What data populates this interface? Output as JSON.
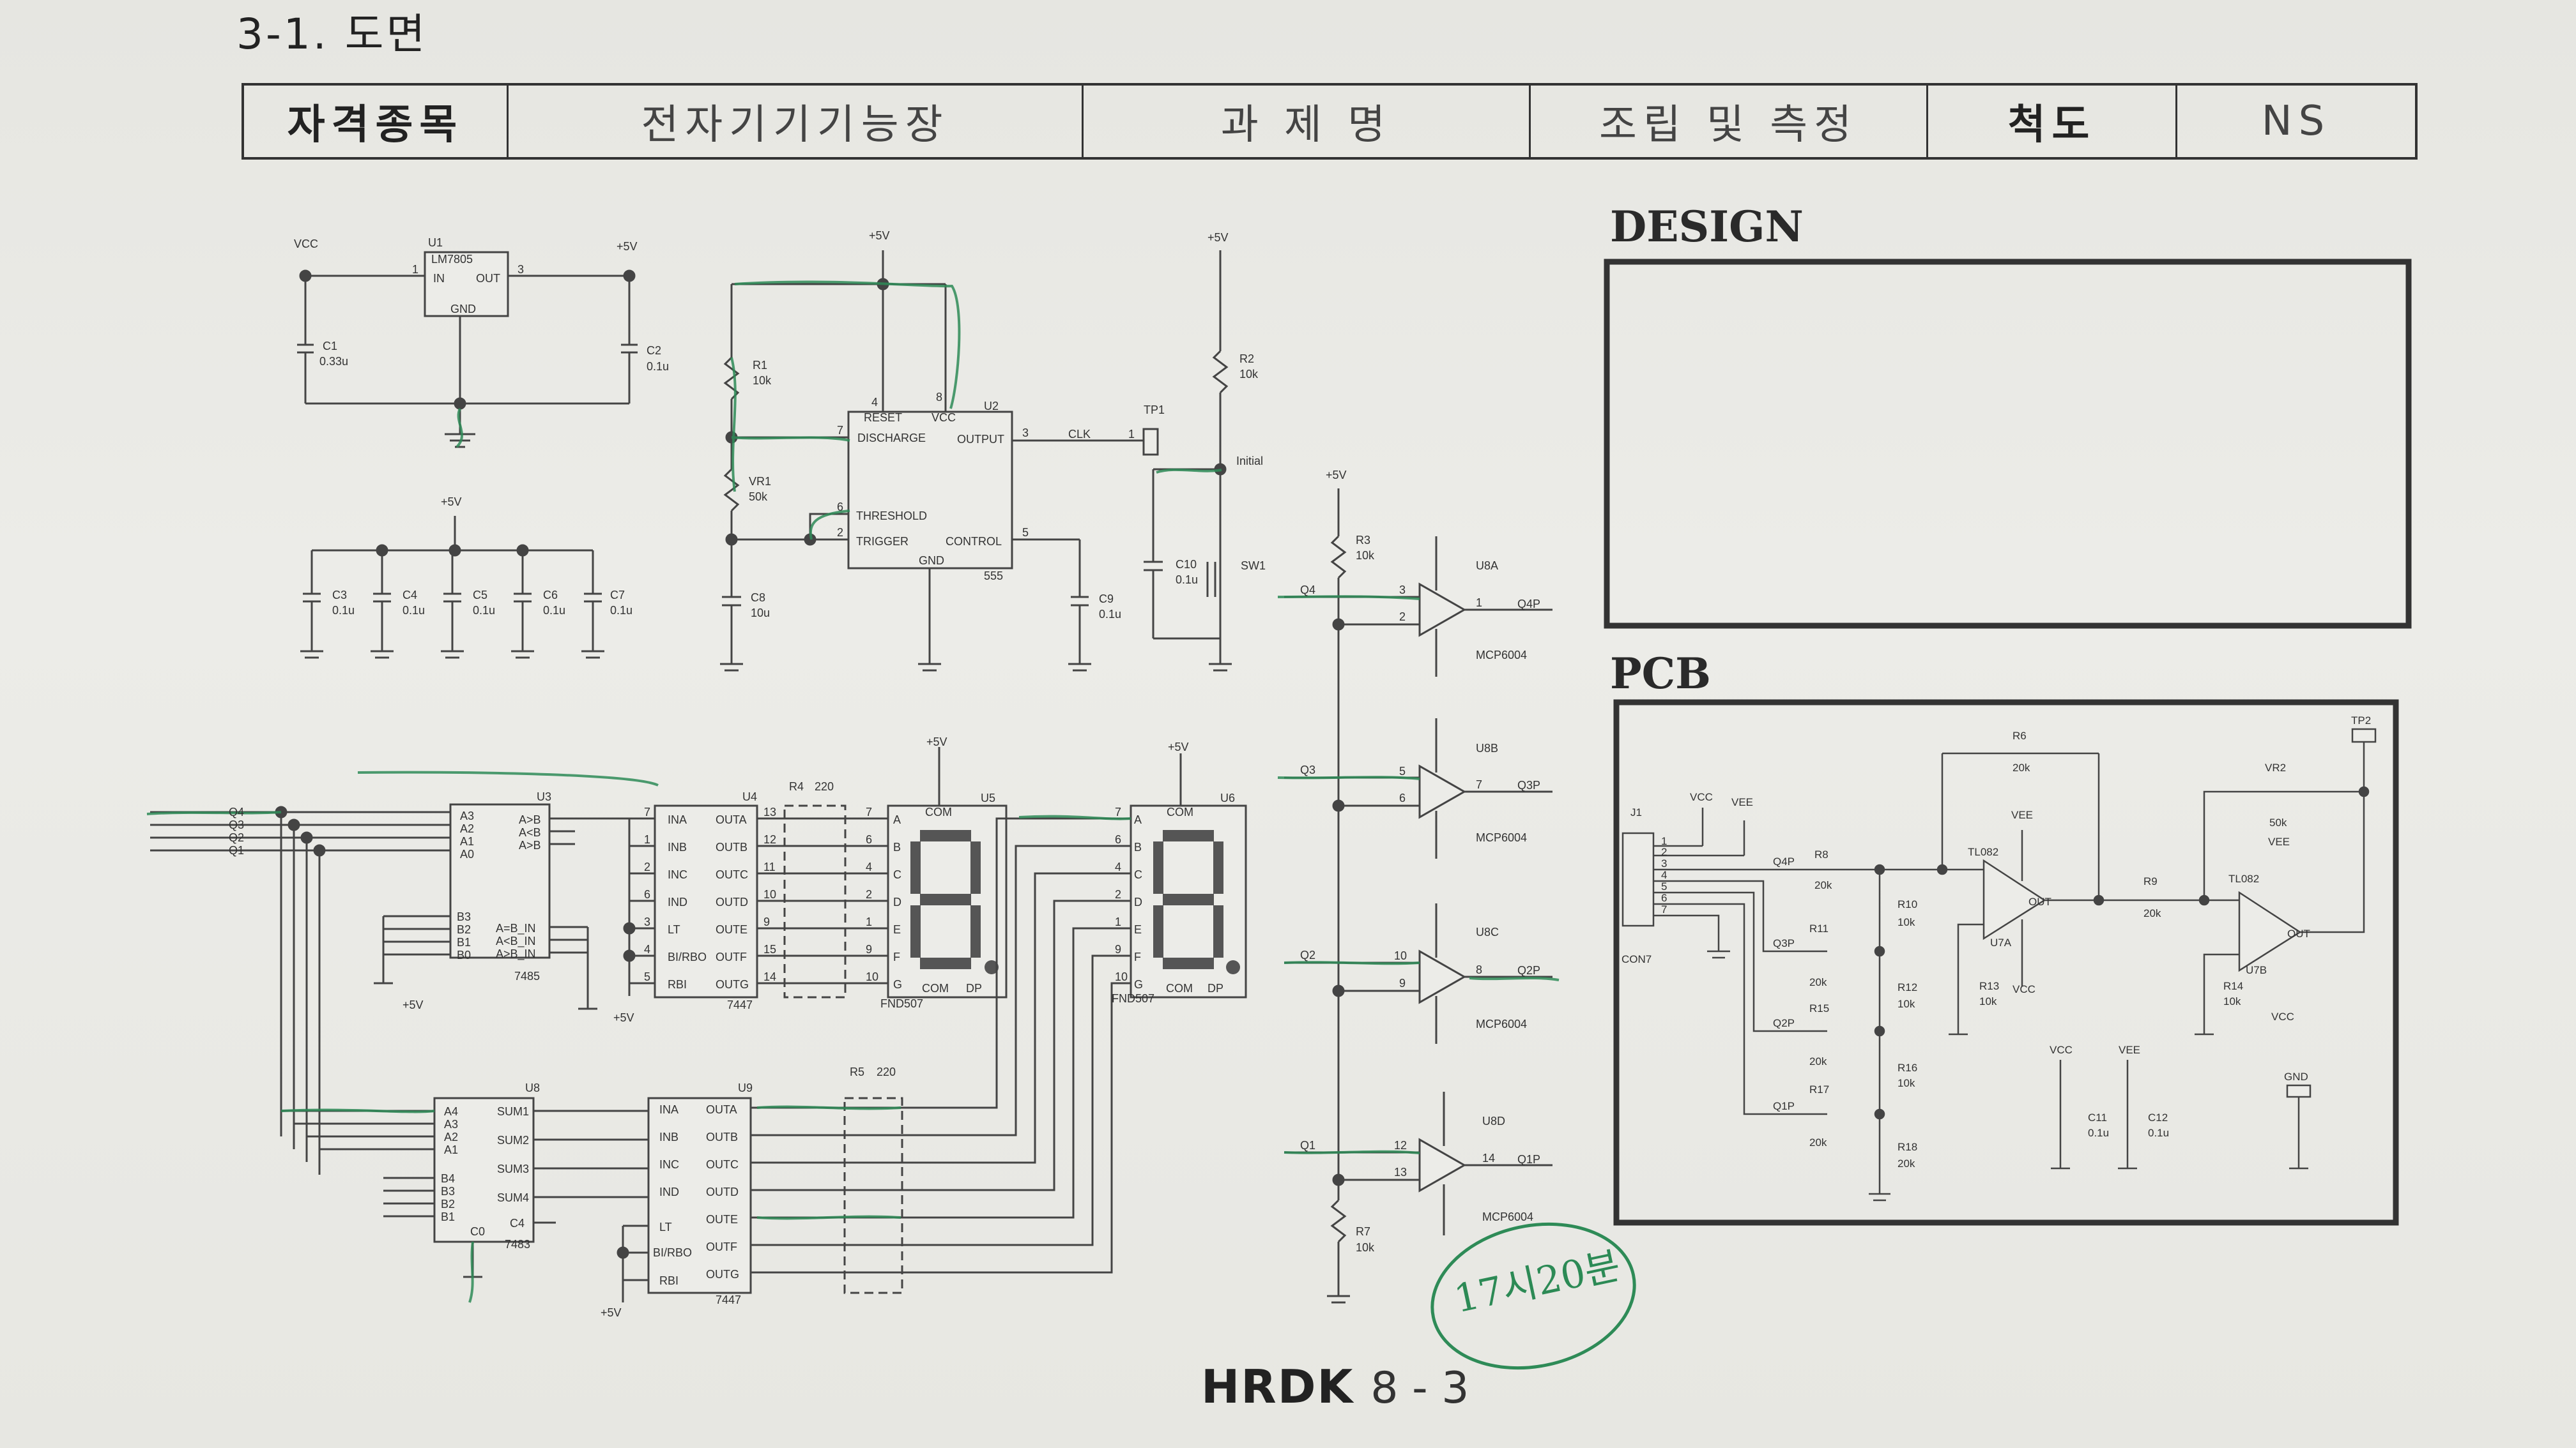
{
  "page": {
    "section_title": "3-1. 도면",
    "footer_logo": "HRDK",
    "footer_page": "8 - 3",
    "signature": "17시20분"
  },
  "title_block": {
    "cells": [
      "자격종목",
      "전자기기기능장",
      "과 제 명",
      "조립 및 측정",
      "척도",
      "NS"
    ]
  },
  "panels": {
    "design": "DESIGN",
    "pcb": "PCB"
  },
  "power": {
    "vcc": "VCC",
    "p5v": "+5V",
    "u1": "U1",
    "reg": "LM7805",
    "in": "IN",
    "out": "OUT",
    "gnd": "GND",
    "p1": "1",
    "p3": "3",
    "c1": "C1",
    "c1v": "0.33u",
    "c2": "C2",
    "c2v": "0.1u"
  },
  "decoupling": {
    "p5v": "+5V",
    "caps": [
      {
        "name": "C3",
        "value": "0.1u"
      },
      {
        "name": "C4",
        "value": "0.1u"
      },
      {
        "name": "C5",
        "value": "0.1u"
      },
      {
        "name": "C6",
        "value": "0.1u"
      },
      {
        "name": "C7",
        "value": "0.1u"
      }
    ]
  },
  "timer": {
    "p5v": "+5V",
    "r1": "R1",
    "r1v": "10k",
    "vr1": "VR1",
    "vr1v": "50k",
    "c8": "C8",
    "c8v": "10u",
    "u2": "U2",
    "chip": "555",
    "reset": "RESET",
    "vcc": "VCC",
    "discharge": "DISCHARGE",
    "output": "OUTPUT",
    "threshold": "THRESHOLD",
    "trigger": "TRIGGER",
    "control": "CONTROL",
    "gnd": "GND",
    "c9": "C9",
    "c9v": "0.1u",
    "clk": "CLK",
    "tp1": "TP1",
    "pin4": "4",
    "pin8": "8",
    "pin7": "7",
    "pin6": "6",
    "pin2": "2",
    "pin3": "3",
    "pin5": "5",
    "pin1": "1"
  },
  "reset_circuit": {
    "p5v": "+5V",
    "r2": "R2",
    "r2v": "10k",
    "initial": "Initial",
    "c10": "C10",
    "c10v": "0.1u",
    "sw1": "SW1"
  },
  "comparators": {
    "p5v": "+5V",
    "r3": "R3",
    "r3v": "10k",
    "r7": "R7",
    "r7v": "10k",
    "part": "MCP6004",
    "units": [
      {
        "name": "U8A",
        "in": "Q4",
        "out": "Q4P",
        "pa": "3",
        "pb": "2",
        "po": "1"
      },
      {
        "name": "U8B",
        "in": "Q3",
        "out": "Q3P",
        "pa": "5",
        "pb": "6",
        "po": "7"
      },
      {
        "name": "U8C",
        "in": "Q2",
        "out": "Q2P",
        "pa": "10",
        "pb": "9",
        "po": "8"
      },
      {
        "name": "U8D",
        "in": "Q1",
        "out": "Q1P",
        "pa": "12",
        "pb": "13",
        "po": "14"
      }
    ]
  },
  "logic": {
    "inputs": [
      "Q4",
      "Q3",
      "Q2",
      "Q1"
    ],
    "u3": "U3",
    "u3chip": "7485",
    "u3_left": [
      "A3",
      "A2",
      "A1",
      "A0",
      "B3",
      "B2",
      "B1",
      "B0"
    ],
    "u3_right": [
      "A>B",
      "A<B",
      "A>B",
      "A=B_IN",
      "A<B_IN",
      "A>B_IN"
    ],
    "u8": "U8",
    "u8chip": "7483",
    "u8_left": [
      "A4",
      "A3",
      "A2",
      "A1",
      "B4",
      "B3",
      "B2",
      "B1"
    ],
    "u8_right": [
      "SUM1",
      "SUM2",
      "SUM3",
      "SUM4",
      "C4"
    ],
    "c0": "C0",
    "u4": "U4",
    "u9": "U9",
    "decchip": "7447",
    "dec_left": [
      "INA",
      "INB",
      "INC",
      "IND",
      "LT",
      "BI/RBO",
      "RBI"
    ],
    "dec_right": [
      "OUTA",
      "OUTB",
      "OUTC",
      "OUTD",
      "OUTE",
      "OUTF",
      "OUTG"
    ],
    "r4": "R4",
    "r5": "R5",
    "rv": "220",
    "u5": "U5",
    "u6": "U6",
    "disp": "FND507",
    "com": "COM",
    "dp": "DP",
    "p5v": "+5V",
    "seg_letters": [
      "A",
      "B",
      "C",
      "D",
      "E",
      "F",
      "G"
    ],
    "u4_pins": [
      "7",
      "1",
      "2",
      "6",
      "3",
      "4",
      "5"
    ],
    "u4_outpins": [
      "13",
      "12",
      "11",
      "10",
      "9",
      "15",
      "14"
    ],
    "disp_pins": [
      "7",
      "6",
      "4",
      "2",
      "1",
      "9",
      "10"
    ]
  },
  "pcb": {
    "j1": "J1",
    "con": "CON7",
    "vcc": "VCC",
    "vee": "VEE",
    "pins": [
      "1",
      "2",
      "3",
      "4",
      "5",
      "6",
      "7"
    ],
    "nets": [
      "Q4P",
      "Q3P",
      "Q2P",
      "Q1P"
    ],
    "r6": "R6",
    "r6v": "20k",
    "r8": "R8",
    "r8v": "20k",
    "r11": "R11",
    "r11v": "20k",
    "r15": "R15",
    "r15v": "20k",
    "r17": "R17",
    "r17v": "20k",
    "r10": "R10",
    "r10v": "10k",
    "r12": "R12",
    "r12v": "10k",
    "r16": "R16",
    "r16v": "10k",
    "r18": "R18",
    "r18v": "20k",
    "u7a": "U7A",
    "u7b": "U7B",
    "opamp": "TL082",
    "out": "OUT",
    "r13": "R13",
    "r13v": "10k",
    "r9": "R9",
    "r9v": "20k",
    "r14": "R14",
    "r14v": "10k",
    "vr2": "VR2",
    "vr2v": "50k",
    "tp2": "TP2",
    "c11": "C11",
    "c11v": "0.1u",
    "c12": "C12",
    "c12v": "0.1u",
    "gnd": "GND"
  }
}
